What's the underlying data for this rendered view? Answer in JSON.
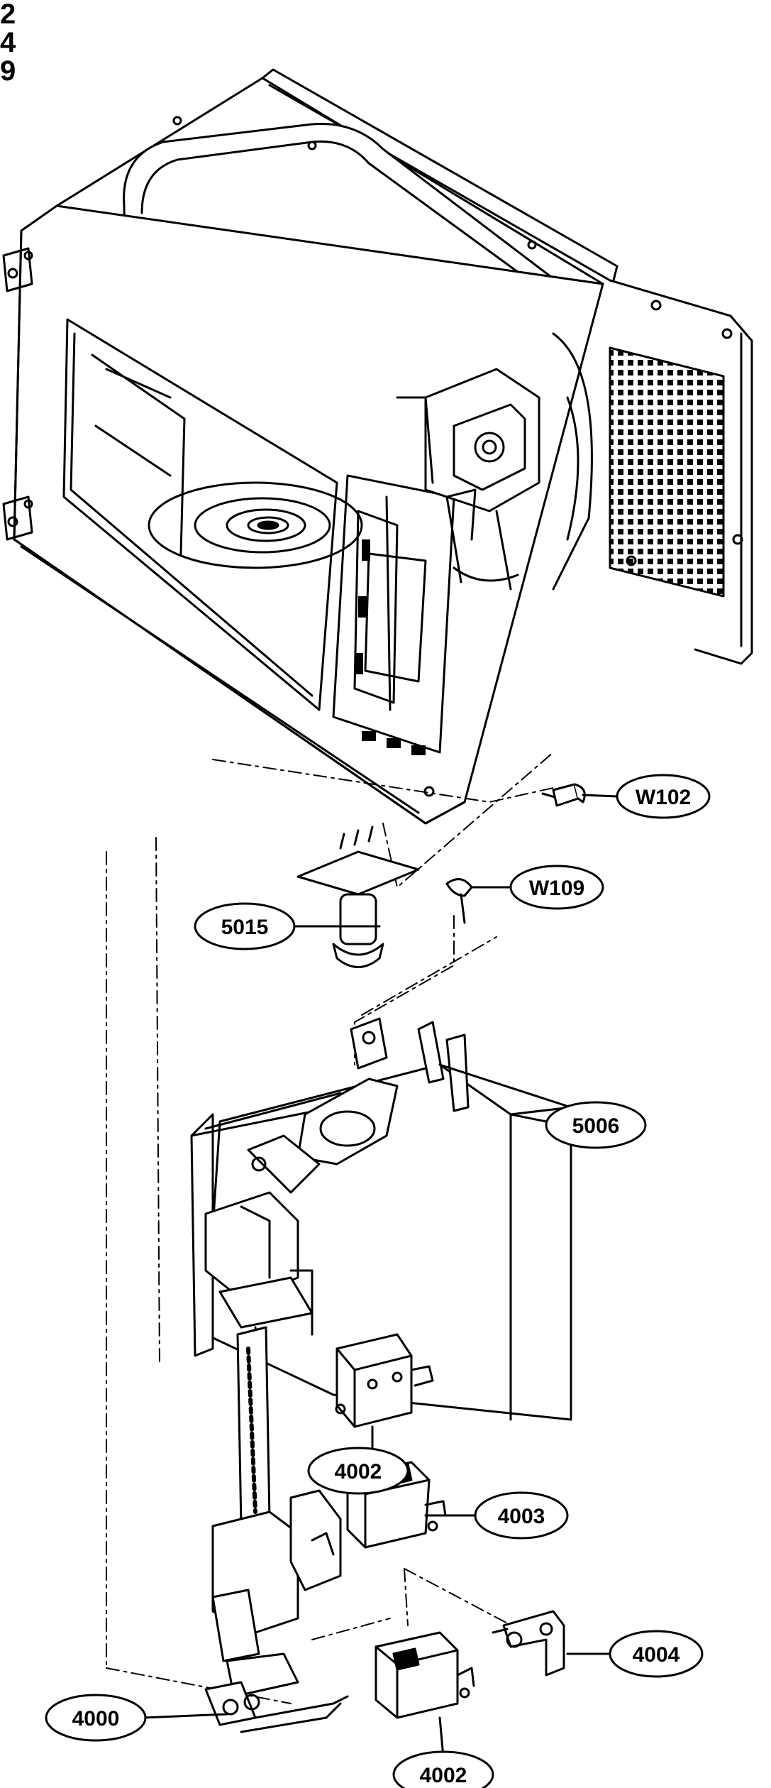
{
  "page_header": {
    "lines": [
      "2",
      "4",
      "9"
    ]
  },
  "callouts": [
    {
      "id": "w102",
      "label": "W102"
    },
    {
      "id": "w109",
      "label": "W109"
    },
    {
      "id": "p5015",
      "label": "5015"
    },
    {
      "id": "p5006",
      "label": "5006"
    },
    {
      "id": "p4002a",
      "label": "4002"
    },
    {
      "id": "p4003",
      "label": "4003"
    },
    {
      "id": "p4004",
      "label": "4004"
    },
    {
      "id": "p4000",
      "label": "4000"
    },
    {
      "id": "p4002b",
      "label": "4002"
    }
  ],
  "colors": {
    "ink": "#000000",
    "paper": "#ffffff",
    "shade": "#e6e6e6"
  }
}
